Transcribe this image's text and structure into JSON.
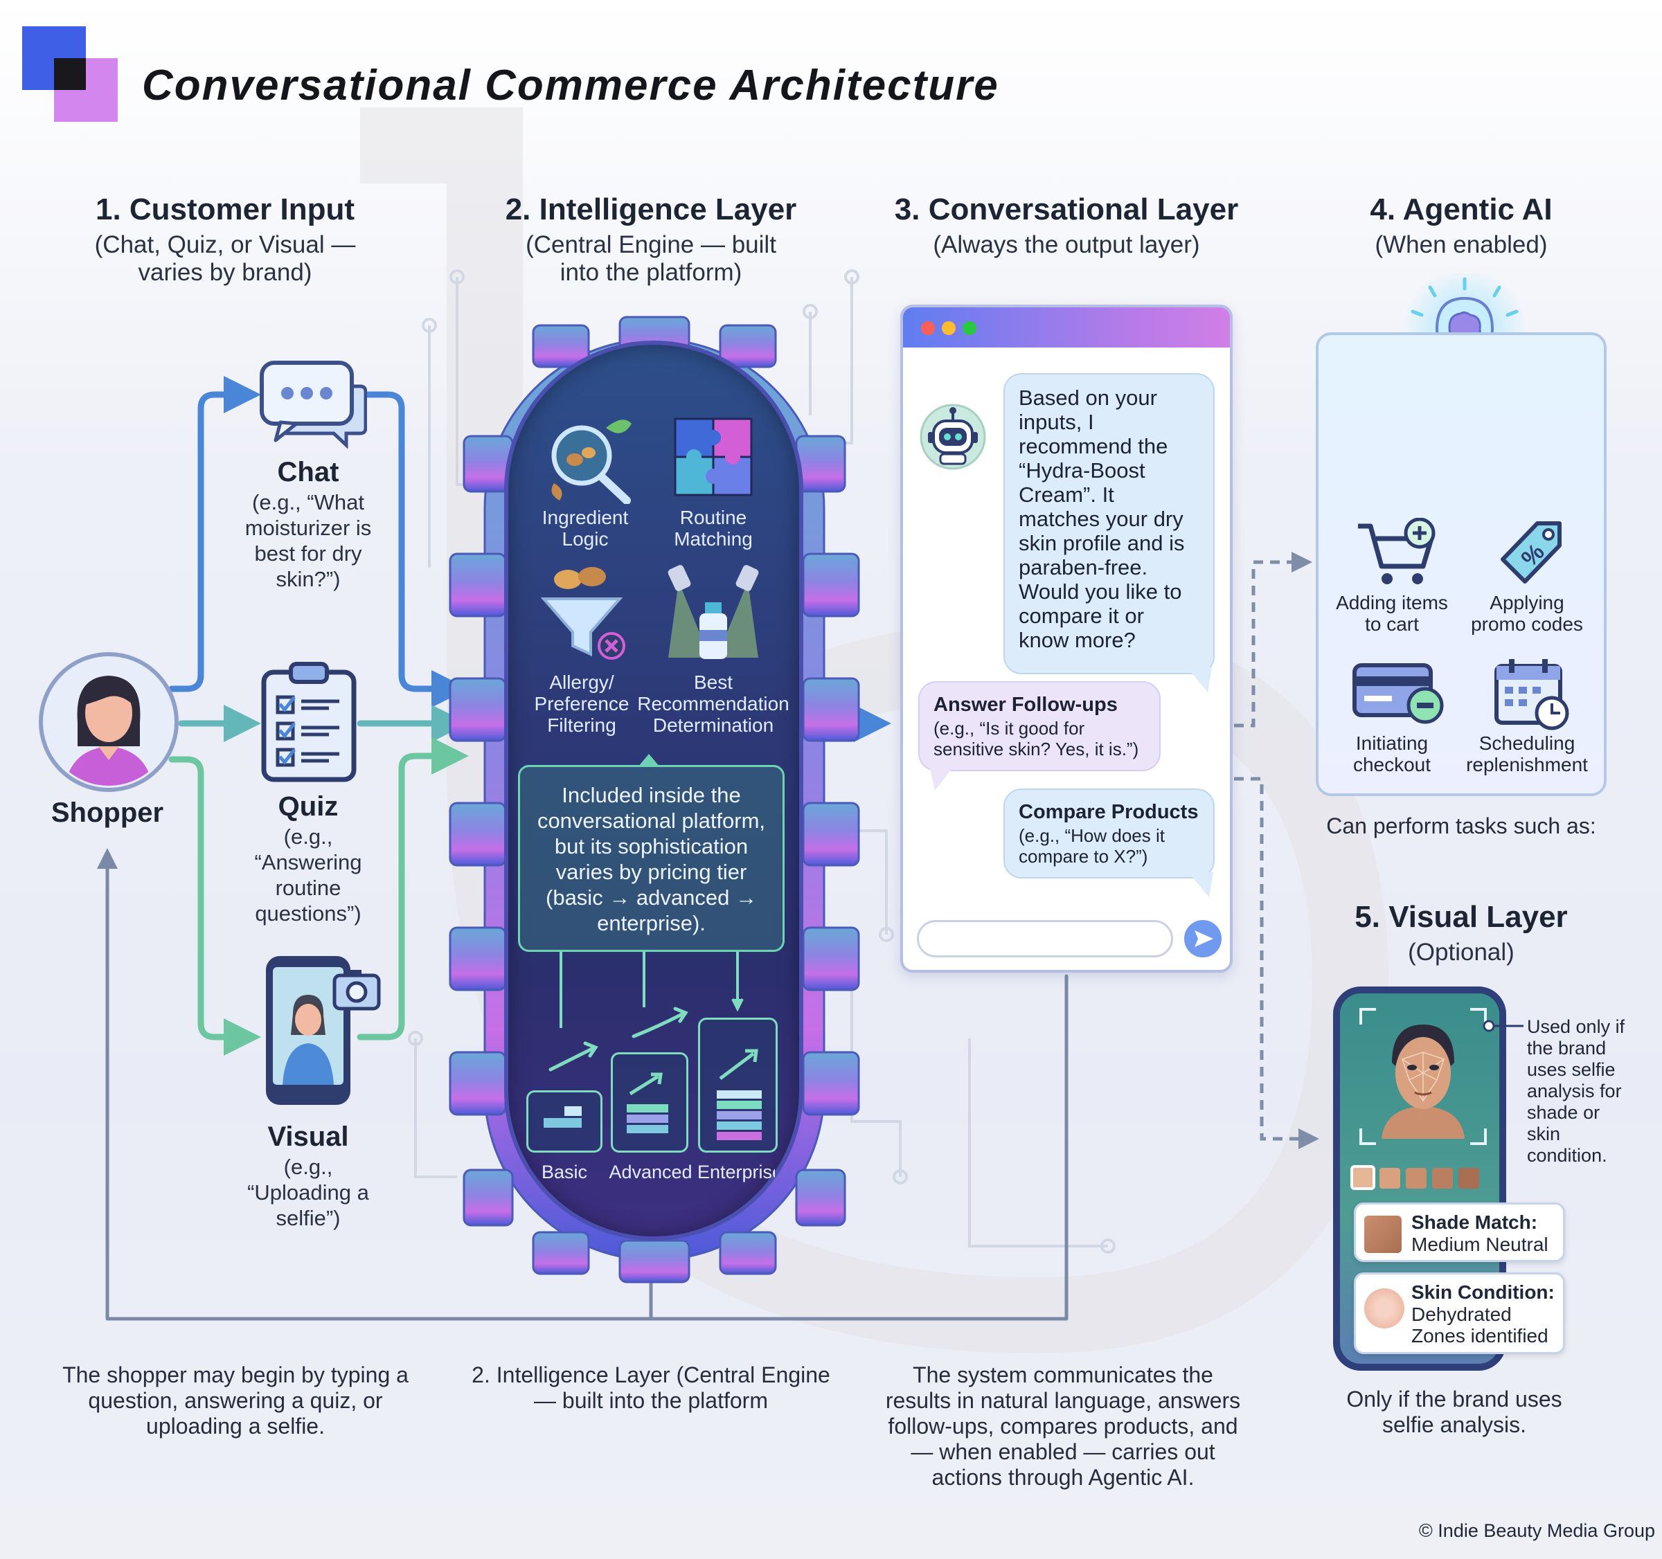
{
  "title": "Conversational Commerce Architecture",
  "columns": {
    "input": {
      "title": "1. Customer Input",
      "subtitle": "(Chat, Quiz, or Visual — varies by brand)"
    },
    "intelligence": {
      "title": "2. Intelligence Layer",
      "subtitle": "(Central Engine — built into the platform)"
    },
    "conversational": {
      "title": "3. Conversational Layer",
      "subtitle": "(Always the output layer)"
    },
    "agentic": {
      "title": "4. Agentic AI",
      "subtitle": "(When enabled)"
    },
    "visual": {
      "title": "5. Visual Layer",
      "subtitle": "(Optional)"
    }
  },
  "shopper": {
    "label": "Shopper"
  },
  "inputs": [
    {
      "label": "Chat",
      "example": "(e.g., “What moisturizer is best for dry skin?”)",
      "icon": "chat-bubble-icon"
    },
    {
      "label": "Quiz",
      "example": "(e.g., “Answering routine questions”)",
      "icon": "clipboard-checklist-icon"
    },
    {
      "label": "Visual",
      "example": "(e.g., “Uploading a selfie”)",
      "icon": "phone-camera-icon"
    }
  ],
  "engine": {
    "modules": [
      {
        "label": "Ingredient Logic",
        "icon": "magnifier-leaf-icon"
      },
      {
        "label": "Routine Matching",
        "icon": "puzzle-icon"
      },
      {
        "label": "Allergy/ Preference Filtering",
        "icon": "funnel-icon"
      },
      {
        "label": "Best Recommendation Determination",
        "icon": "spotlight-bottle-icon"
      }
    ],
    "tier_note": "Included inside the conversational platform, but its sophistication varies by pricing tier (basic → advanced → enterprise).",
    "tiers": [
      "Basic",
      "Advanced",
      "Enterprise"
    ]
  },
  "chat": {
    "bot_message": "Based on your inputs, I recommend the “Hydra-Boost Cream”. It matches your dry skin profile and is paraben-free. Would you like to compare it or know more?",
    "followups": {
      "title": "Answer Follow-ups",
      "example": "(e.g., “Is it good for sensitive skin? Yes, it is.”)"
    },
    "compare": {
      "title": "Compare Products",
      "example": "(e.g., “How does it compare to X?”)"
    },
    "input_placeholder": ""
  },
  "agentic": {
    "tasks": [
      {
        "label": "Adding items to cart",
        "icon": "cart-plus-icon"
      },
      {
        "label": "Applying promo codes",
        "icon": "promo-tag-icon"
      },
      {
        "label": "Initiating checkout",
        "icon": "credit-card-icon"
      },
      {
        "label": "Scheduling replenishment",
        "icon": "calendar-clock-icon"
      }
    ],
    "caption": "Can perform tasks such as:"
  },
  "visual": {
    "note": "Used only if the brand uses selfie analysis for shade or skin condition.",
    "shade": {
      "title": "Shade Match:",
      "value": "Medium Neutral"
    },
    "skin": {
      "title": "Skin Condition:",
      "value": "Dehydrated Zones identified"
    },
    "caption": "Only if the brand uses selfie analysis."
  },
  "captions": {
    "input": "The shopper may begin by typing a question, answering a quiz, or uploading a selfie.",
    "intelligence": "2. Intelligence Layer (Central Engine — built into the platform",
    "conversational": "The system communicates the results in natural language, answers follow-ups, compares products, and — when enabled — carries out actions through Agentic AI."
  },
  "copyright": "© Indie Beauty Media Group",
  "colors": {
    "blue": "#4a7fd6",
    "teal": "#63c6a7",
    "purple": "#b07ee8",
    "navy": "#2d3a78"
  }
}
